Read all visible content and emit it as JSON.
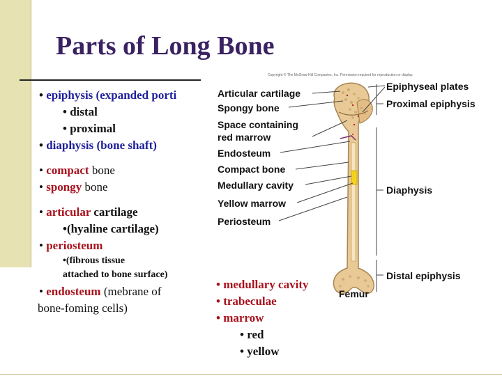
{
  "slide": {
    "title": "Parts of Long Bone"
  },
  "left_list": {
    "epiphysis_prefix": "• ",
    "epiphysis_text": "epiphysis (expanded porti",
    "distal": "• distal",
    "proximal": "• proximal",
    "diaphysis_prefix": "• ",
    "diaphysis_text": "diaphysis (bone shaft)",
    "compact_prefix": "• ",
    "compact_word": "compact",
    "compact_rest": " bone",
    "spongy_prefix": "• ",
    "spongy_word": "spongy",
    "spongy_rest": " bone",
    "articular_prefix": "• ",
    "articular_word": "articular",
    "articular_rest": " cartilage",
    "hyaline": "•(hyaline cartilage)",
    "periosteum_prefix": "• ",
    "periosteum_word": "periosteum",
    "fibrous_line1": "•(fibrous tissue",
    "fibrous_line2": "attached to bone surface)",
    "endosteum_prefix": "• ",
    "endosteum_word": "endosteum",
    "endosteum_rest": " (mebrane of",
    "endosteum_line2": "bone-foming cells)"
  },
  "right_list": {
    "medullary": "• medullary cavity",
    "trabeculae": "• trabeculae",
    "marrow": "• marrow",
    "red": "• red",
    "yellow": "• yellow"
  },
  "figure": {
    "copyright": "Copyright © The McGraw-Hill Companies, Inc. Permission required for reproduction or display.",
    "labels_left": {
      "articular_cartilage": "Articular cartilage",
      "spongy_bone": "Spongy bone",
      "space_line1": "Space containing",
      "space_line2": "red marrow",
      "endosteum": "Endosteum",
      "compact_bone": "Compact bone",
      "medullary_cavity": "Medullary cavity",
      "yellow_marrow": "Yellow marrow",
      "periosteum": "Periosteum"
    },
    "labels_right": {
      "epiphyseal_plates": "Epiphyseal plates",
      "proximal_epiphysis": "Proximal epiphysis",
      "diaphysis": "Diaphysis",
      "distal_epiphysis": "Distal epiphysis"
    },
    "caption": "Femur",
    "colors": {
      "bone": "#e9c995",
      "bone_dark": "#c8a56c",
      "marrow_red": "#b8262b",
      "marrow_yellow": "#f2d21c"
    }
  }
}
